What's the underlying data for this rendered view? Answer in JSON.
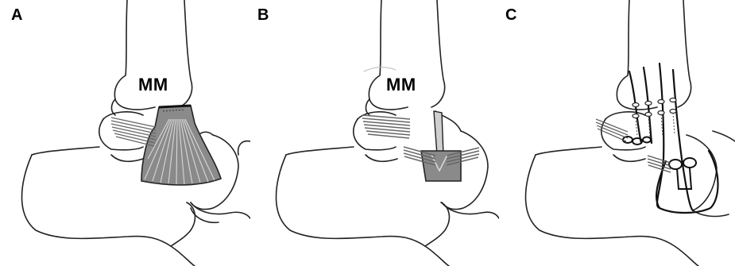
{
  "figure": {
    "panels": [
      {
        "label": "A",
        "structure_label": "MM",
        "description_icon": "deltoid-ligament-fan-icon"
      },
      {
        "label": "B",
        "structure_label": "MM",
        "description_icon": "tendon-graft-reconstruction-icon"
      },
      {
        "label": "C",
        "structure_label": "",
        "description_icon": "suture-anchor-repair-icon"
      }
    ],
    "colors": {
      "line": "#222222",
      "ligament_fill": "#8a8a8a",
      "background": "#ffffff"
    }
  }
}
